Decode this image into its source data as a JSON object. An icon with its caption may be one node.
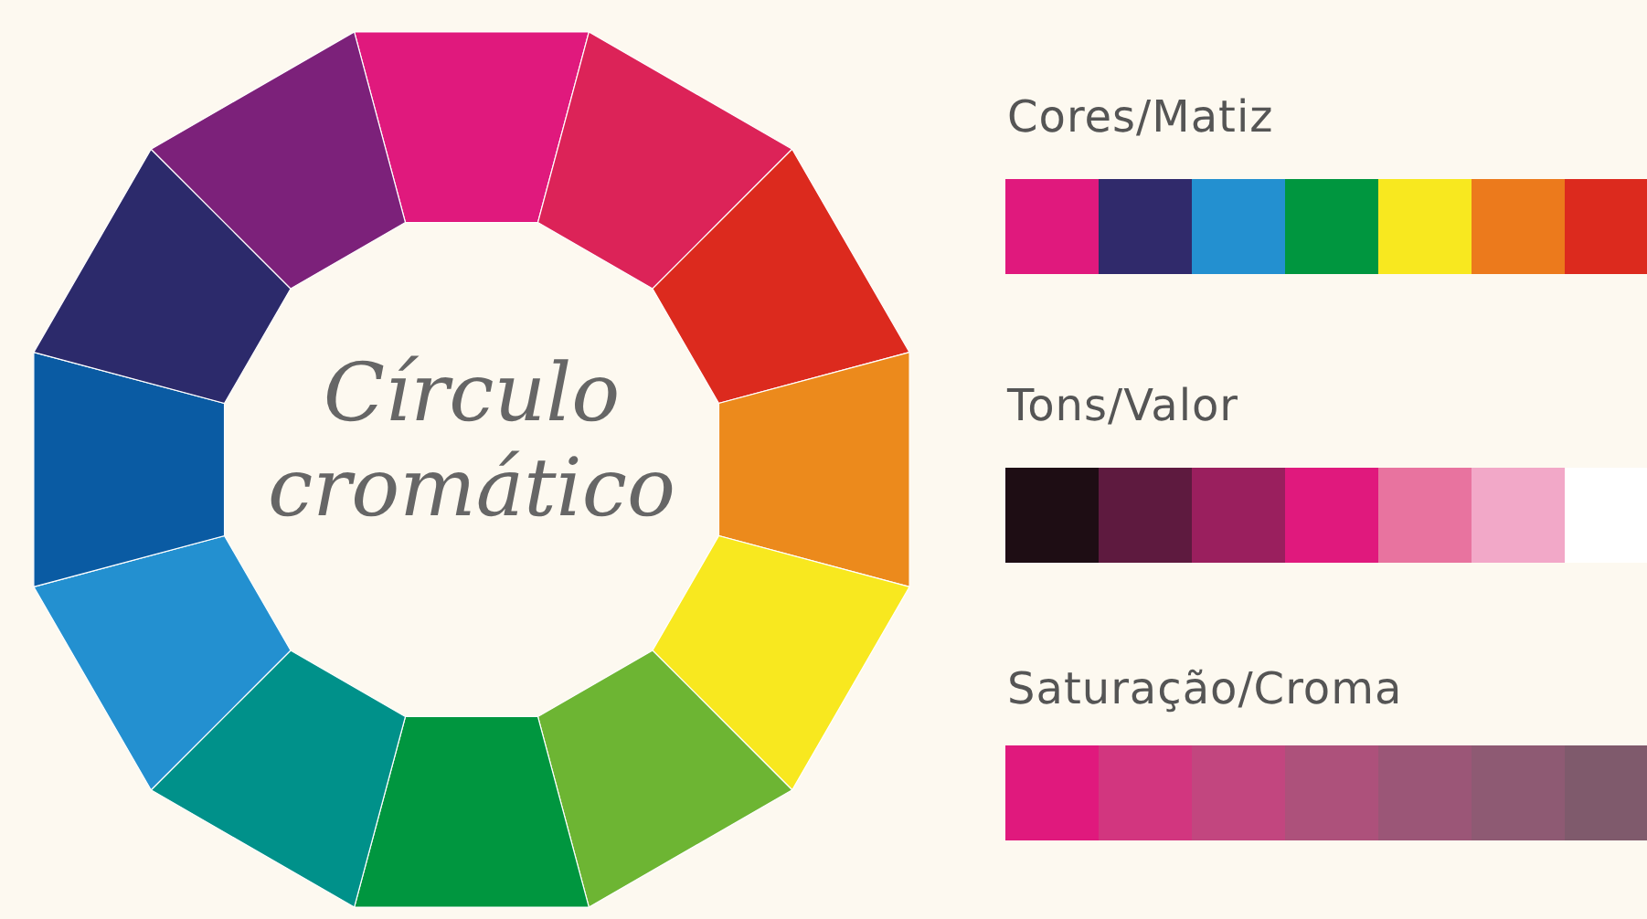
{
  "diagram": {
    "labels": [
      "Círculo cromático",
      "Cores/Matiz",
      "Tons/Valor",
      "Saturação/Croma"
    ]
  }
}
